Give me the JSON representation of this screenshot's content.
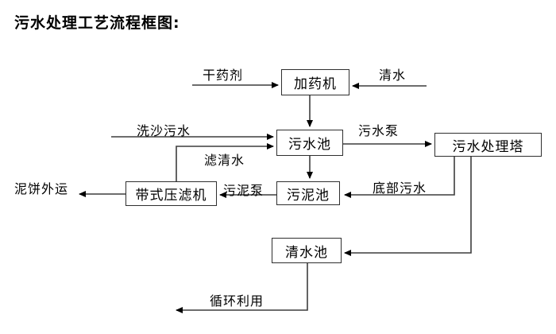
{
  "title": "污水处理工艺流程框图:",
  "diagram": {
    "nodes": {
      "dosing_machine": "加药机",
      "sewage_pool": "污水池",
      "treatment_tower": "污水处理塔",
      "sludge_pool": "污泥池",
      "belt_filter_press": "带式压滤机",
      "clean_water_pool": "清水池"
    },
    "labels": {
      "dry_chemical": "干药剂",
      "clean_water": "清水",
      "sand_washing_sewage": "洗沙污水",
      "sewage_pump": "污水泵",
      "filtered_water": "滤清水",
      "mud_cake_out": "泥饼外运",
      "sludge_pump": "污泥泵",
      "bottom_sewage": "底部污水",
      "recycle": "循环利用"
    },
    "colors": {
      "line": "#3d3d3d",
      "arrowhead": "#000000",
      "text": "#000000",
      "box_border": "#2f2f2f",
      "background": "#ffffff"
    }
  }
}
